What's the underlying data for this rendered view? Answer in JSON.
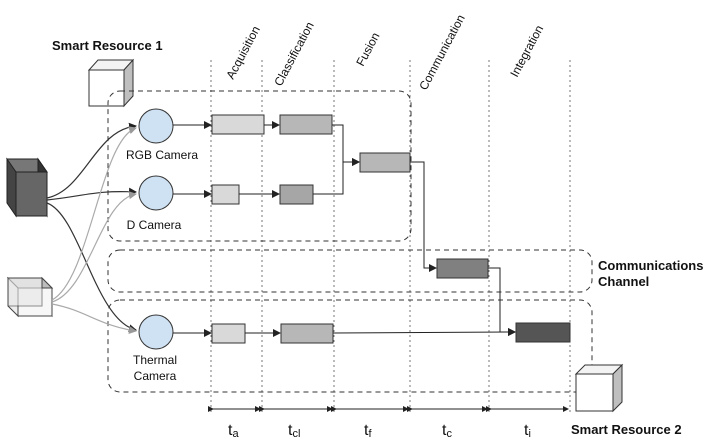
{
  "labels": {
    "smart_resource_1": "Smart Resource 1",
    "smart_resource_2": "Smart Resource 2",
    "communications_channel_line1": "Communications",
    "communications_channel_line2": "Channel",
    "rgb_camera": "RGB Camera",
    "d_camera": "D Camera",
    "thermal_camera_line1": "Thermal",
    "thermal_camera_line2": "Camera"
  },
  "stages": [
    {
      "label": "Acquisition"
    },
    {
      "label": "Classification"
    },
    {
      "label": "Fusion"
    },
    {
      "label": "Communication"
    },
    {
      "label": "Integration"
    }
  ],
  "time_labels": [
    {
      "base": "t",
      "sub": "a"
    },
    {
      "base": "t",
      "sub": "cl"
    },
    {
      "base": "t",
      "sub": "f"
    },
    {
      "base": "t",
      "sub": "c"
    },
    {
      "base": "t",
      "sub": "i"
    }
  ],
  "colors": {
    "box_light": "#d9d9d9",
    "box_mid": "#b7b7b7",
    "box_mid2": "#a6a6a6",
    "box_dark": "#808080",
    "box_darkest": "#555555",
    "camera_fill": "#cfe2f3",
    "stroke": "#222222"
  }
}
